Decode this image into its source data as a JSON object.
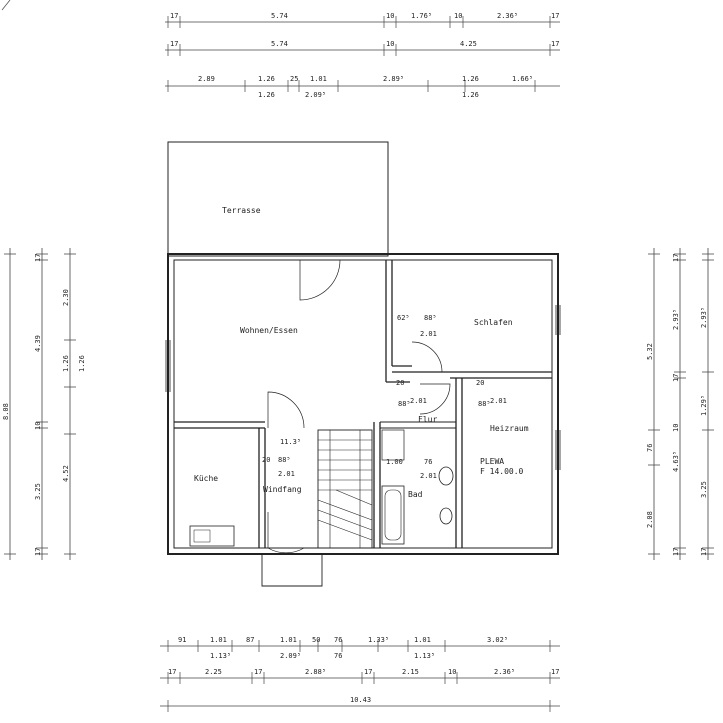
{
  "rooms": {
    "terrasse": "Terrasse",
    "wohnen": "Wohnen/Essen",
    "schlafen": "Schlafen",
    "kueche": "Küche",
    "windfang": "Windfang",
    "flur": "Flur",
    "bad": "Bad",
    "heizraum": "Heizraum",
    "plewa": "PLEWA",
    "plewa_f": "F 14.00.0"
  },
  "dims_top": {
    "row1": [
      "17",
      "5.74",
      "10",
      "1.76⁵",
      "10",
      "2.36⁵",
      "17"
    ],
    "row2": [
      "17",
      "5.74",
      "10",
      "4.25",
      "17"
    ],
    "row3a": [
      "2.89",
      "1.26",
      "25",
      "1.01",
      "2.89⁵",
      "1.26",
      "1.66⁵"
    ],
    "row3b": [
      "1.26",
      "2.09⁵",
      "1.26"
    ]
  },
  "dims_bottom": {
    "row1a": [
      "91",
      "1.01",
      "87",
      "1.01",
      "50",
      "76",
      "1.33⁵",
      "1.01",
      "3.02⁵"
    ],
    "row1b": [
      "1.13⁵",
      "2.09⁵",
      "76",
      "1.13⁵"
    ],
    "row2": [
      "17",
      "2.25",
      "17",
      "2.88⁵",
      "17",
      "2.15",
      "10",
      "2.36⁵",
      "17"
    ],
    "row3": [
      "10.43"
    ]
  },
  "dims_left": {
    "outer": [
      "8.08"
    ],
    "mid": [
      "17",
      "4.39",
      "10",
      "3.25",
      "17"
    ],
    "inner": [
      "2.30",
      "1.26",
      "1.26",
      "4.52"
    ]
  },
  "dims_right": {
    "outer": [
      "5.32",
      "76",
      "2.08"
    ],
    "mid": [
      "17",
      "2.93⁵",
      "17",
      "10",
      "4.63⁵",
      "17"
    ],
    "inner": [
      "2.93⁵",
      "1.29⁵",
      "3.25",
      "17"
    ]
  },
  "interior_dims": {
    "schlafen_a": "62⁵",
    "schlafen_b": "88⁵",
    "schlafen_c": "2.01",
    "flur_a": "20",
    "flur_b": "88⁵",
    "flur_c": "2.01",
    "heiz_a": "20",
    "heiz_b": "88⁵",
    "heiz_c": "2.01",
    "wind_a": "20",
    "wind_b": "88⁵",
    "wind_c": "2.01",
    "wind_hand": "11.3⁵",
    "bad_a": "1.00",
    "bad_b": "76",
    "bad_c": "2.01"
  }
}
